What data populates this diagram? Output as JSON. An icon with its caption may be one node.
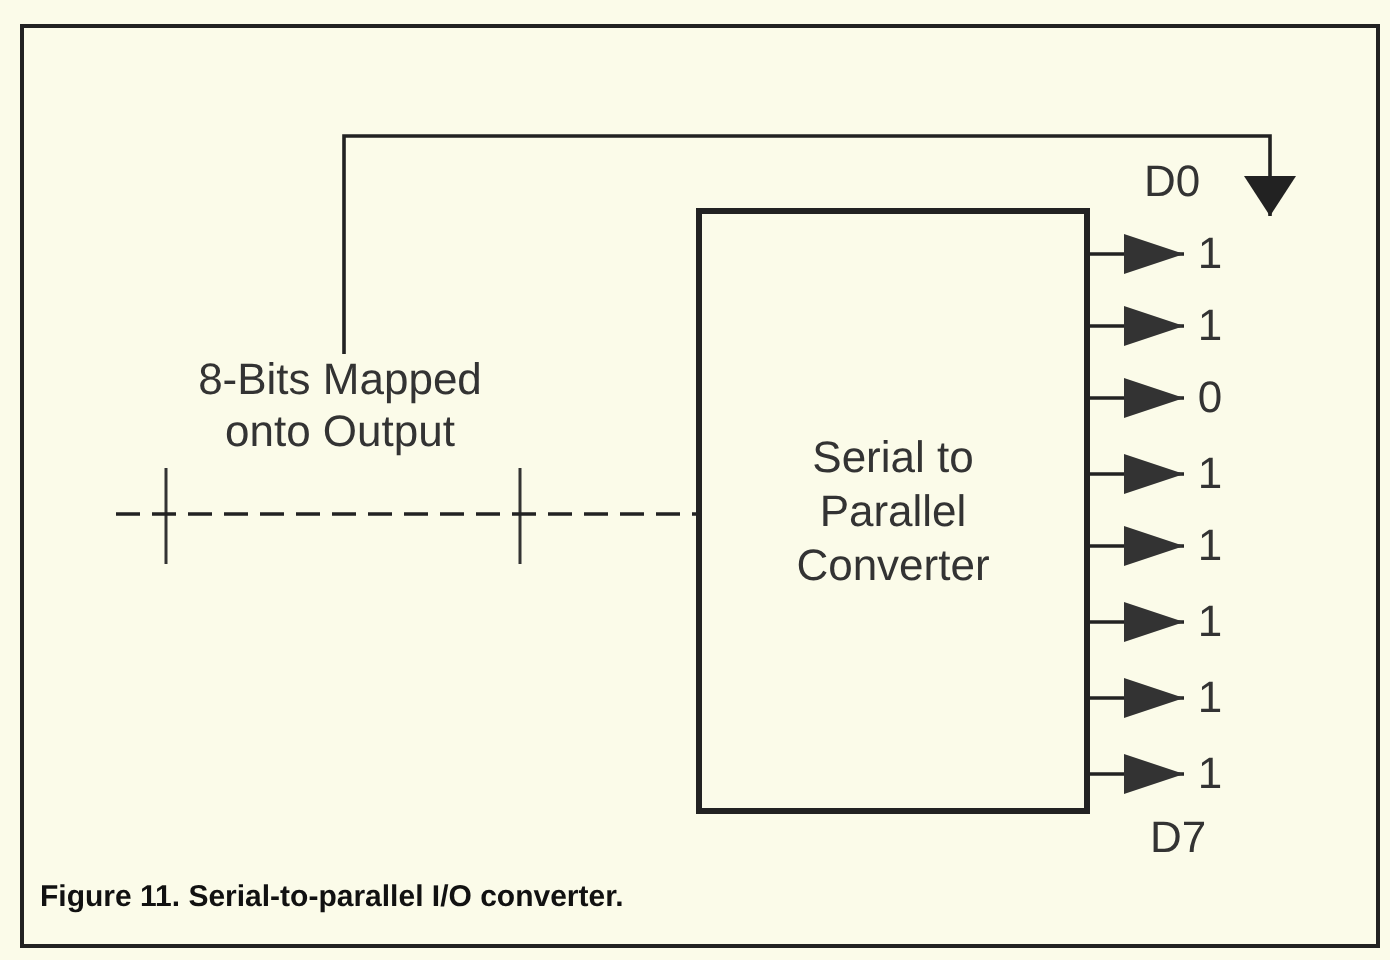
{
  "diagram": {
    "caption": "Figure 11. Serial-to-parallel I/O converter.",
    "nodes": [
      {
        "text": [
          "8-Bits Mapped onto Output"
        ]
      },
      {
        "text": [
          "Serial to Parallel Converter"
        ]
      },
      {
        "text": [
          "1"
        ]
      },
      {
        "text": [
          "1"
        ]
      },
      {
        "text": [
          "0"
        ]
      },
      {
        "text": [
          "1"
        ]
      },
      {
        "text": [
          "1"
        ]
      },
      {
        "text": [
          "1"
        ]
      },
      {
        "text": [
          "1"
        ]
      },
      {
        "text": [
          "1"
        ]
      }
    ],
    "edges": [
      {
        "from": 0,
        "to": 2,
        "arrow": "to"
      },
      {
        "from": null,
        "to": 1,
        "arrow": "none",
        "style": "dashed"
      },
      {
        "from": 1,
        "to": 2,
        "arrow": "to"
      },
      {
        "from": 1,
        "to": 3,
        "arrow": "to"
      },
      {
        "from": 1,
        "to": 4,
        "arrow": "to"
      },
      {
        "from": 1,
        "to": 5,
        "arrow": "to"
      },
      {
        "from": 1,
        "to": 6,
        "arrow": "to"
      },
      {
        "from": 1,
        "to": 7,
        "arrow": "to"
      },
      {
        "from": 1,
        "to": 8,
        "arrow": "to"
      },
      {
        "from": 1,
        "to": 9,
        "arrow": "to"
      }
    ],
    "labels": [
      "D0",
      "D7"
    ]
  }
}
